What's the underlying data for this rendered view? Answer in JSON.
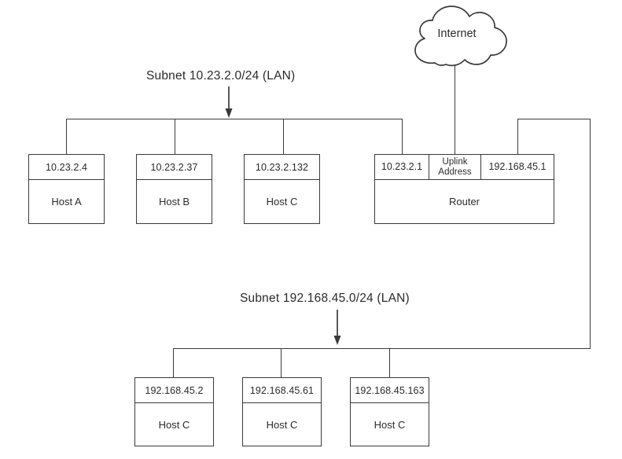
{
  "diagram": {
    "title": "Two-subnet LAN with router",
    "background_color": "#ffffff",
    "line_color": "#3a3a3a",
    "text_color": "#2b2b2b"
  },
  "internet": {
    "label": "Internet",
    "icon": "cloud-icon"
  },
  "subnets": [
    {
      "id": "lan-top",
      "label": "Subnet 10.23.2.0/24 (LAN)",
      "hosts": [
        {
          "address": "10.23.2.4",
          "name": "Host A"
        },
        {
          "address": "10.23.2.37",
          "name": "Host B"
        },
        {
          "address": "10.23.2.132",
          "name": "Host C"
        }
      ]
    },
    {
      "id": "lan-bottom",
      "label": "Subnet 192.168.45.0/24 (LAN)",
      "hosts": [
        {
          "address": "192.168.45.2",
          "name": "Host C"
        },
        {
          "address": "192.168.45.61",
          "name": "Host C"
        },
        {
          "address": "192.168.45.163",
          "name": "Host C"
        }
      ]
    }
  ],
  "router": {
    "name": "Router",
    "ports": [
      {
        "id": "lan1",
        "address": "10.23.2.1"
      },
      {
        "id": "uplink",
        "line1": "Uplink",
        "line2": "Address"
      },
      {
        "id": "lan2",
        "address": "192.168.45.1"
      }
    ]
  }
}
